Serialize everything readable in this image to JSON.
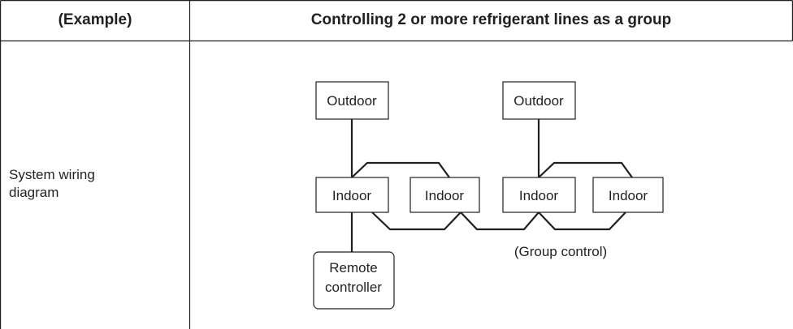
{
  "table": {
    "header_left": "(Example)",
    "header_right": "Controlling 2 or more refrigerant lines as a group",
    "row_label_line1": "System wiring",
    "row_label_line2": "diagram"
  },
  "diagram": {
    "outdoor_units": [
      "Outdoor",
      "Outdoor"
    ],
    "indoor_units": [
      "Indoor",
      "Indoor",
      "Indoor",
      "Indoor"
    ],
    "remote_line1": "Remote",
    "remote_line2": "controller",
    "group_caption": "(Group control)"
  }
}
